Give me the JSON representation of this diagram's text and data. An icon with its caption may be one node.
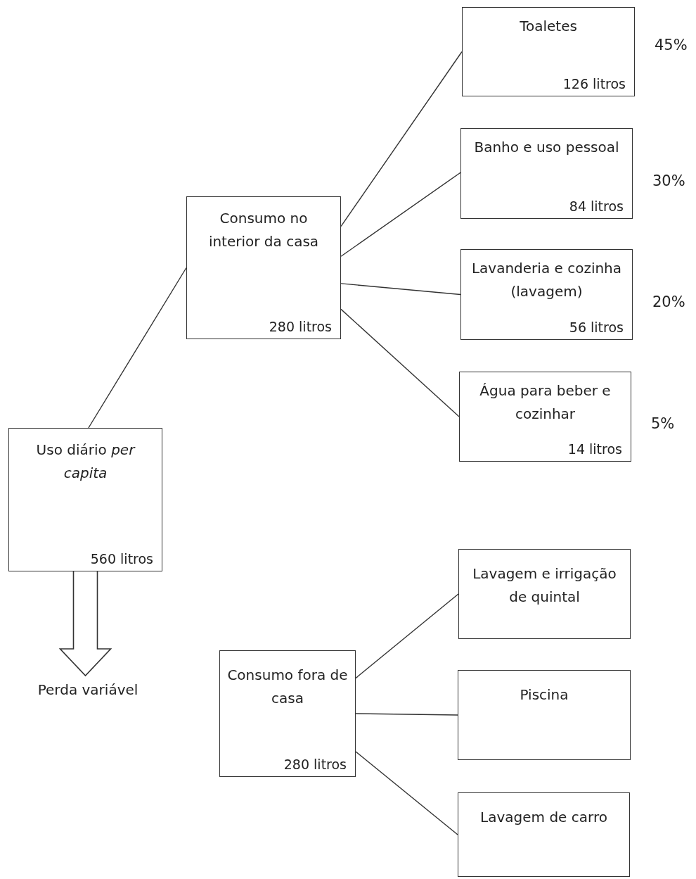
{
  "diagram": {
    "nodes": [
      {
        "text": [
          "Uso diário *per capita*",
          "560 litros"
        ]
      },
      {
        "text": [
          "Consumo no interior da casa",
          "280 litros"
        ]
      },
      {
        "text": [
          "Toaletes",
          "126 litros"
        ],
        "beside": [
          "45%"
        ]
      },
      {
        "text": [
          "Banho e uso pessoal",
          "84 litros"
        ],
        "beside": [
          "30%"
        ]
      },
      {
        "text": [
          "Lavanderia e cozinha (lavagem)",
          "56 litros"
        ],
        "beside": [
          "20%"
        ]
      },
      {
        "text": [
          "Água para beber e cozinhar",
          "14 litros"
        ],
        "beside": [
          "5%"
        ]
      },
      {
        "text": [
          "Consumo fora de casa",
          "280 litros"
        ]
      },
      {
        "text": [
          "Lavagem e irrigação de quintal"
        ]
      },
      {
        "text": [
          "Piscina"
        ]
      },
      {
        "text": [
          "Lavagem de carro"
        ]
      },
      {
        "text": [
          "Perda variável"
        ]
      }
    ],
    "edges": [
      {
        "from": 0,
        "to": 1,
        "arrow": "none"
      },
      {
        "from": 1,
        "to": 2,
        "arrow": "none"
      },
      {
        "from": 1,
        "to": 3,
        "arrow": "none"
      },
      {
        "from": 1,
        "to": 4,
        "arrow": "none"
      },
      {
        "from": 1,
        "to": 5,
        "arrow": "none"
      },
      {
        "from": 6,
        "to": 7,
        "arrow": "none"
      },
      {
        "from": 6,
        "to": 8,
        "arrow": "none"
      },
      {
        "from": 6,
        "to": 9,
        "arrow": "none"
      },
      {
        "from": 0,
        "to": 10,
        "arrow": "to",
        "style": "thick"
      }
    ]
  }
}
